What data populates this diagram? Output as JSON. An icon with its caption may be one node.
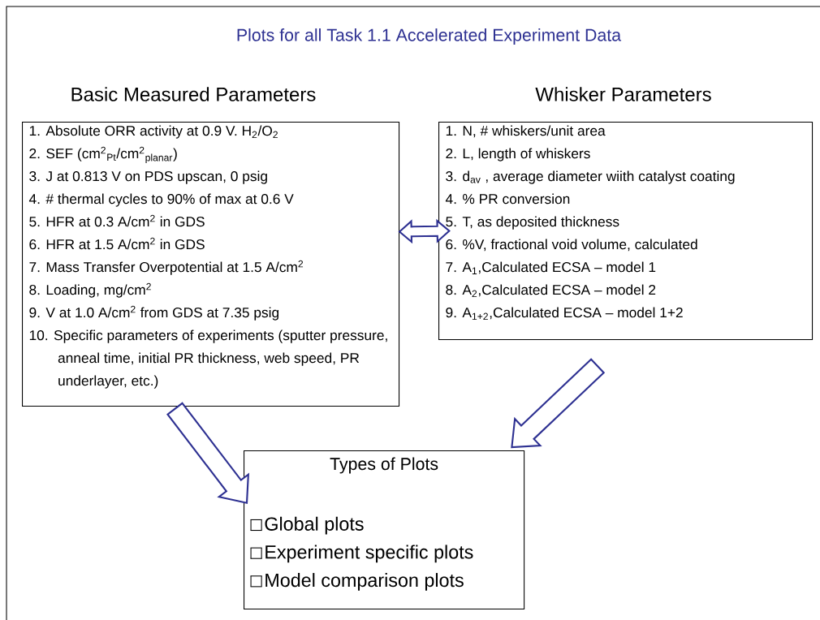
{
  "diagram": {
    "title": "Plots for all Task 1.1 Accelerated Experiment Data",
    "nodes": [
      {
        "text": [
          "Basic Measured Parameters",
          "1. Absolute ORR activity at 0.9 V. H$_{2}$/O$_{2}$",
          "2. SEF (cm$^{2}$$_{Pt}$/cm$^{2}$$_{planar}$)",
          "3. J at 0.813 V on PDS upscan, 0 psig",
          "4. # thermal cycles to 90% of max at 0.6 V",
          "5. HFR at 0.3 A/cm$^{2}$ in GDS",
          "6. HFR at 1.5 A/cm$^{2}$ in GDS",
          "7. Mass Transfer Overpotential at 1.5 A/cm$^{2}$",
          "8. Loading, mg/cm$^{2}$",
          "9. V at 1.0 A/cm$^{2}$ from GDS at 7.35 psig",
          "10. Specific parameters of experiments (sputter pressure, anneal time, initial PR thickness, web speed, PR underlayer, etc.)"
        ]
      },
      {
        "text": [
          "Whisker Parameters",
          "1. N, # whiskers/unit area",
          "2. L, length of whiskers",
          "3. d$_{av}$ , average diameter wiith catalyst coating",
          "4. % PR conversion",
          "5. T, as deposited thickness",
          "6. %V, fractional void volume, calculated",
          "7. A$_{1}$,Calculated ECSA – model 1",
          "8. A$_{2}$,Calculated ECSA – model 2",
          "9. A$_{1+2}$,Calculated ECSA – model 1+2"
        ]
      },
      {
        "text": [
          "Types of Plots",
          "Global plots",
          "Experiment specific plots",
          "Model comparison plots"
        ]
      }
    ],
    "edges": [
      {
        "from": 0,
        "to": 1,
        "arrow": "both"
      },
      {
        "from": 0,
        "to": 2,
        "arrow": "to"
      },
      {
        "from": 1,
        "to": 2,
        "arrow": "to"
      }
    ]
  }
}
